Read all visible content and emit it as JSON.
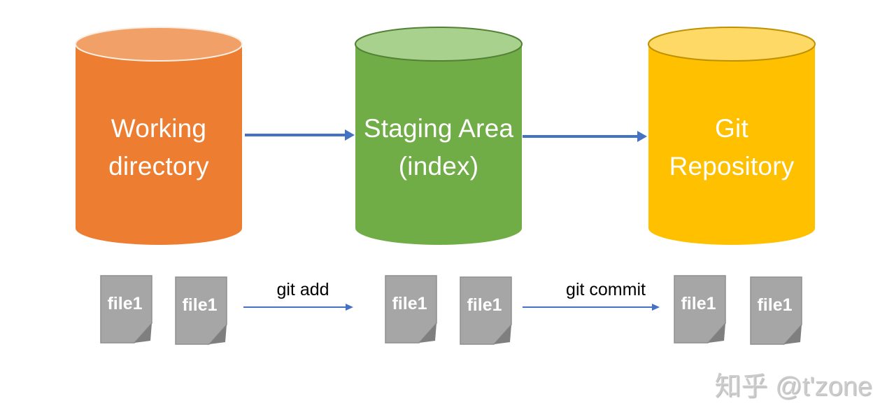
{
  "diagram": {
    "title_implicit": "Git workflow",
    "stages": [
      {
        "id": "working-directory",
        "line1": "Working",
        "line2": "directory",
        "body_color": "#ED7D31",
        "top_color": "#F1A168",
        "top_stroke": "#FAEEE2"
      },
      {
        "id": "staging-area",
        "line1": "Staging Area",
        "line2": "(index)",
        "body_color": "#70AD47",
        "top_color": "#A9D18E",
        "top_stroke": "#538135"
      },
      {
        "id": "git-repository",
        "line1": "Git",
        "line2": "Repository",
        "body_color": "#FFC000",
        "top_color": "#FFD966",
        "top_stroke": "#BF9000"
      }
    ],
    "files": [
      "file1",
      "file1",
      "file1",
      "file1",
      "file1",
      "file1"
    ],
    "commands": [
      {
        "label": "git add"
      },
      {
        "label": "git commit"
      }
    ],
    "colors": {
      "arrow": "#4472C4",
      "file_body": "#A6A6A6",
      "file_fold": "#7F7F7F",
      "stage_text": "#FFFFFF",
      "command_text": "#000000"
    }
  },
  "watermark": {
    "text": "知乎 @t'zone"
  }
}
